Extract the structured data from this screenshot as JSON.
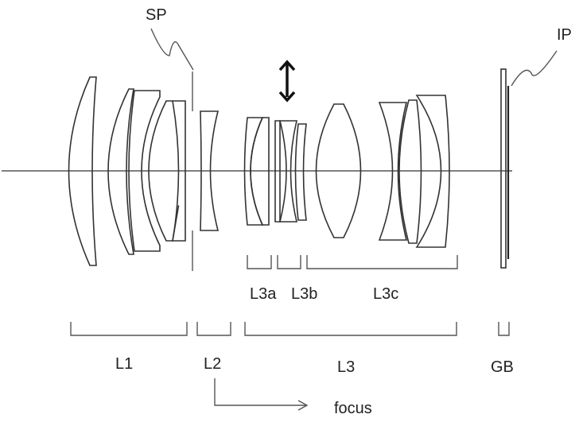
{
  "diagram": {
    "title": "Optical lens arrangement",
    "labels": {
      "stop": "SP",
      "image_plane": "IP",
      "sub_groups": [
        "L3a",
        "L3b",
        "L3c"
      ],
      "groups": [
        "L1",
        "L2",
        "L3",
        "GB"
      ],
      "focus": "focus"
    },
    "colors": {
      "line": "#333333",
      "background": "#ffffff"
    }
  }
}
